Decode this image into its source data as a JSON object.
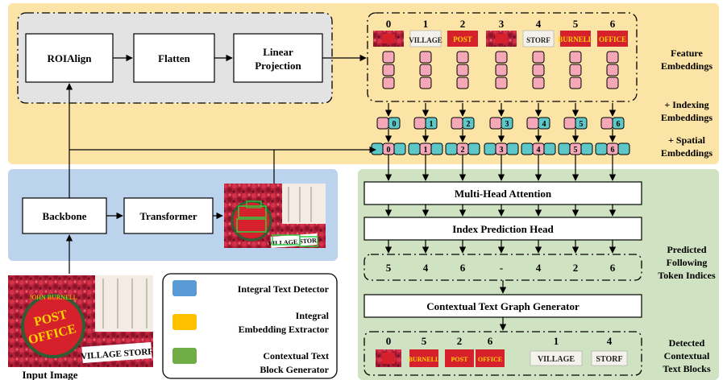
{
  "colors": {
    "detector": "#5b9bd5",
    "detector_bg": "#bcd3ee",
    "extractor": "#ffc000",
    "extractor_bg": "#fbe4a6",
    "generator": "#70ad47",
    "generator_bg": "#cfe3c2",
    "embed_pink": "#f4a8b8",
    "index_teal": "#5ec8c8",
    "roi_bg": "#e3e3e3",
    "box_green": "#2ecc40",
    "sign_red": "#d6202c",
    "foliage": "#c2263f"
  },
  "extractor_blocks": {
    "roialign": "ROIAlign",
    "flatten": "Flatten",
    "linear_projection": [
      "Linear",
      "Projection"
    ]
  },
  "detector_blocks": {
    "backbone": "Backbone",
    "transformer": "Transformer"
  },
  "token_ids": [
    "0",
    "1",
    "2",
    "3",
    "4",
    "5",
    "6"
  ],
  "crop_texts": [
    "",
    "VILLAGE",
    "POST",
    "",
    "STORF",
    "BURNELL",
    "OFFICE"
  ],
  "side_labels": {
    "feature_embeddings": [
      "Feature",
      "Embeddings"
    ],
    "indexing_embeddings": [
      "+ Indexing",
      "Embeddings"
    ],
    "spatial_embeddings": [
      "+ Spatial",
      "Embeddings"
    ],
    "predicted_indices": [
      "Predicted",
      "Following",
      "Token Indices"
    ],
    "detected_blocks": [
      "Detected",
      "Contextual",
      "Text Blocks"
    ]
  },
  "generator_blocks": {
    "attention": "Multi-Head Attention",
    "index_head": "Index Prediction Head",
    "graph_generator": "Contextual Text Graph Generator"
  },
  "predicted_indices": [
    "5",
    "4",
    "6",
    "-",
    "4",
    "2",
    "6"
  ],
  "detected_groups": {
    "group_a_ids": [
      "0",
      "5",
      "2",
      "6"
    ],
    "group_b_ids": [
      "1",
      "4"
    ],
    "group_a_texts": [
      "",
      "BURNELL",
      "POST",
      "OFFICE"
    ],
    "group_b_texts": [
      "VILLAGE",
      "STORF"
    ]
  },
  "legend": {
    "detector": "Integral Text Detector",
    "extractor": [
      "Integral",
      "Embedding Extractor"
    ],
    "generator": [
      "Contextual Text",
      "Block Generator"
    ]
  },
  "input_image": {
    "label": "Input Image",
    "sign_text": [
      "POST",
      "OFFICE"
    ],
    "sign_top_text": "JOHN BURNELL",
    "banner_text": "VILLAGE STORF"
  }
}
